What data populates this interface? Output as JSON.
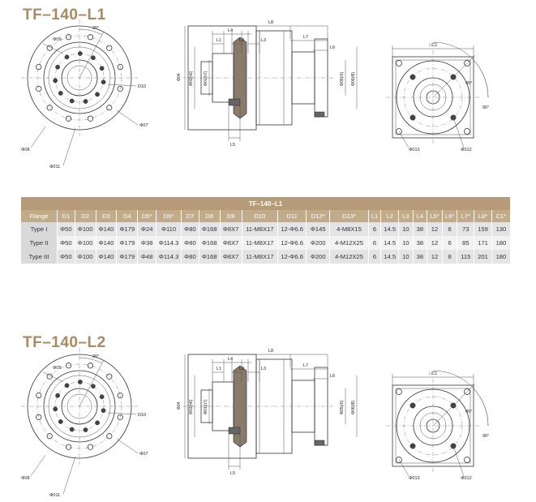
{
  "sections": [
    {
      "title": "TF–140–L1"
    },
    {
      "title": "TF–140–L2"
    }
  ],
  "drawing_labels": {
    "front": {
      "d9": "Φ09",
      "angle": "30°",
      "d10": "D10",
      "d7": "Φ07",
      "d8": "Φ08",
      "d11": "Φ011"
    },
    "side": {
      "l8": "L8",
      "l4": "L4",
      "l1": "L1",
      "l2": "L2",
      "l3": "L3",
      "l7": "L7",
      "l6": "L6",
      "l5": "L5",
      "d4": "Φ04",
      "d3": "Φ03(h6)",
      "d1": "Φ01(h7)",
      "d5": "Φ05(r6)",
      "d6": "Φ06(f8)"
    },
    "end": {
      "c1": "□C1",
      "a45": "45°",
      "a90": "90°",
      "d13": "Φ013",
      "d12": "Φ012"
    }
  },
  "table": {
    "caption": "TF–140–L1",
    "headers": [
      "Flange",
      "D1",
      "D2",
      "D3",
      "D4",
      "D5*",
      "D6*",
      "D7",
      "D8",
      "D9",
      "D10",
      "D11",
      "D12*",
      "D13*",
      "L1",
      "L2",
      "L3",
      "L4",
      "L5*",
      "L6*",
      "L7*",
      "L8*",
      "C1*"
    ],
    "rows": [
      [
        "Type I",
        "Φ50",
        "Φ100",
        "Φ140",
        "Φ179",
        "Φ24",
        "Φ110",
        "Φ80",
        "Φ168",
        "Φ8X7",
        "11-M8X17",
        "12-Φ6.6",
        "Φ145",
        "4-M8X15",
        "6",
        "14.5",
        "10",
        "38",
        "12",
        "6",
        "73",
        "159",
        "130"
      ],
      [
        "Type II",
        "Φ50",
        "Φ100",
        "Φ140",
        "Φ179",
        "Φ38",
        "Φ114.3",
        "Φ80",
        "Φ168",
        "Φ8X7",
        "11-M8X17",
        "12-Φ6.6",
        "Φ200",
        "4-M12X25",
        "6",
        "14.5",
        "10",
        "38",
        "12",
        "6",
        "85",
        "171",
        "180"
      ],
      [
        "Type III",
        "Φ50",
        "Φ100",
        "Φ140",
        "Φ179",
        "Φ48",
        "Φ114.3",
        "Φ80",
        "Φ168",
        "Φ8X7",
        "11-M8X17",
        "12-Φ6.6",
        "Φ200",
        "4-M12X25",
        "6",
        "14.5",
        "10",
        "38",
        "12",
        "8",
        "115",
        "201",
        "180"
      ]
    ]
  }
}
